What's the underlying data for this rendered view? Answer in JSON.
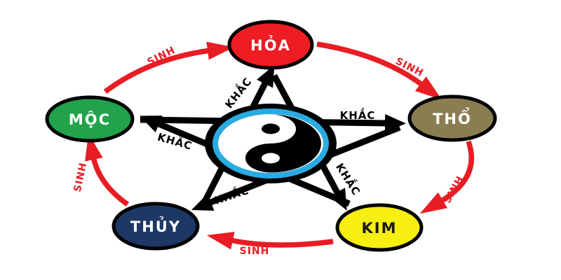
{
  "background": "#ffffff",
  "nodes": [
    {
      "id": "hoa",
      "label": "HỎA",
      "fill": "#ee1c23",
      "text_color": "#ffffff"
    },
    {
      "id": "tho",
      "label": "THỔ",
      "fill": "#8b7d52",
      "text_color": "#ffffff"
    },
    {
      "id": "kim",
      "label": "KIM",
      "fill": "#f7ee12",
      "text_color": "#1a1a1a"
    },
    {
      "id": "thuy",
      "label": "THỦY",
      "fill": "#1e3865",
      "text_color": "#ffffff"
    },
    {
      "id": "moc",
      "label": "MỘC",
      "fill": "#21a24b",
      "text_color": "#ffffff"
    }
  ],
  "generating_cycle": {
    "label": "SINH",
    "color": "#e81d24"
  },
  "overcoming_cycle": {
    "label": "KHẮC",
    "color": "#000000"
  },
  "center": {
    "symbol": "yin-yang",
    "ring_color": "#29abe2",
    "disk_color": "#000000",
    "yin_color": "#000000",
    "yang_color": "#ffffff"
  }
}
